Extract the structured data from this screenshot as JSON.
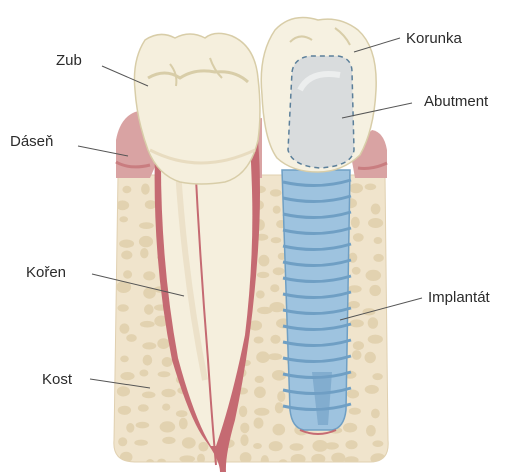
{
  "diagram": {
    "labels": {
      "tooth": "Zub",
      "gum": "Dáseň",
      "root": "Kořen",
      "bone": "Kost",
      "crown": "Korunka",
      "abutment": "Abutment",
      "implant": "Implantát"
    },
    "colors": {
      "bone": "#f0e4cc",
      "bone_pore": "#e2d2b0",
      "gum": "#d9a3a3",
      "gum_dark": "#c97d80",
      "tooth": "#f5efdd",
      "tooth_shadow": "#e8dcc0",
      "root_canal": "#c56a72",
      "implant_blue": "#9ec3df",
      "implant_dark": "#6f9fc4",
      "abutment": "#d4d8dc",
      "crown": "#f6f1e1"
    }
  }
}
